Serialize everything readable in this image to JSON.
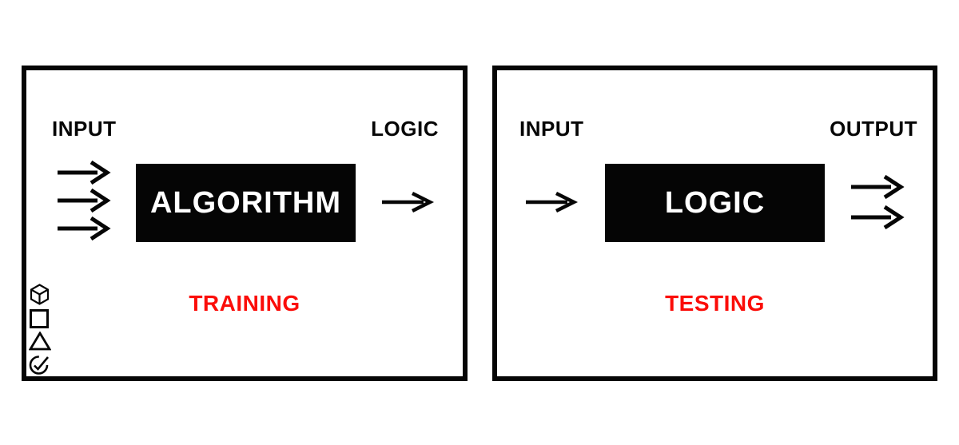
{
  "colors": {
    "ink": "#060606",
    "background": "#ffffff",
    "caption_red": "#fb0d09",
    "box_background": "#050505",
    "box_text": "#ffffff"
  },
  "panels": [
    {
      "name": "training",
      "top_left_label": "INPUT",
      "top_right_label": "LOGIC",
      "box_label": "ALGORITHM",
      "caption": "TRAINING",
      "input_arrow_count": 3,
      "output_arrow_count": 1,
      "corner_icons": [
        "cube-icon",
        "square-icon",
        "triangle-icon",
        "check-circle-icon"
      ]
    },
    {
      "name": "testing",
      "top_left_label": "INPUT",
      "top_right_label": "OUTPUT",
      "box_label": "LOGIC",
      "caption": "TESTING",
      "input_arrow_count": 1,
      "output_arrow_count": 2,
      "corner_icons": []
    }
  ]
}
